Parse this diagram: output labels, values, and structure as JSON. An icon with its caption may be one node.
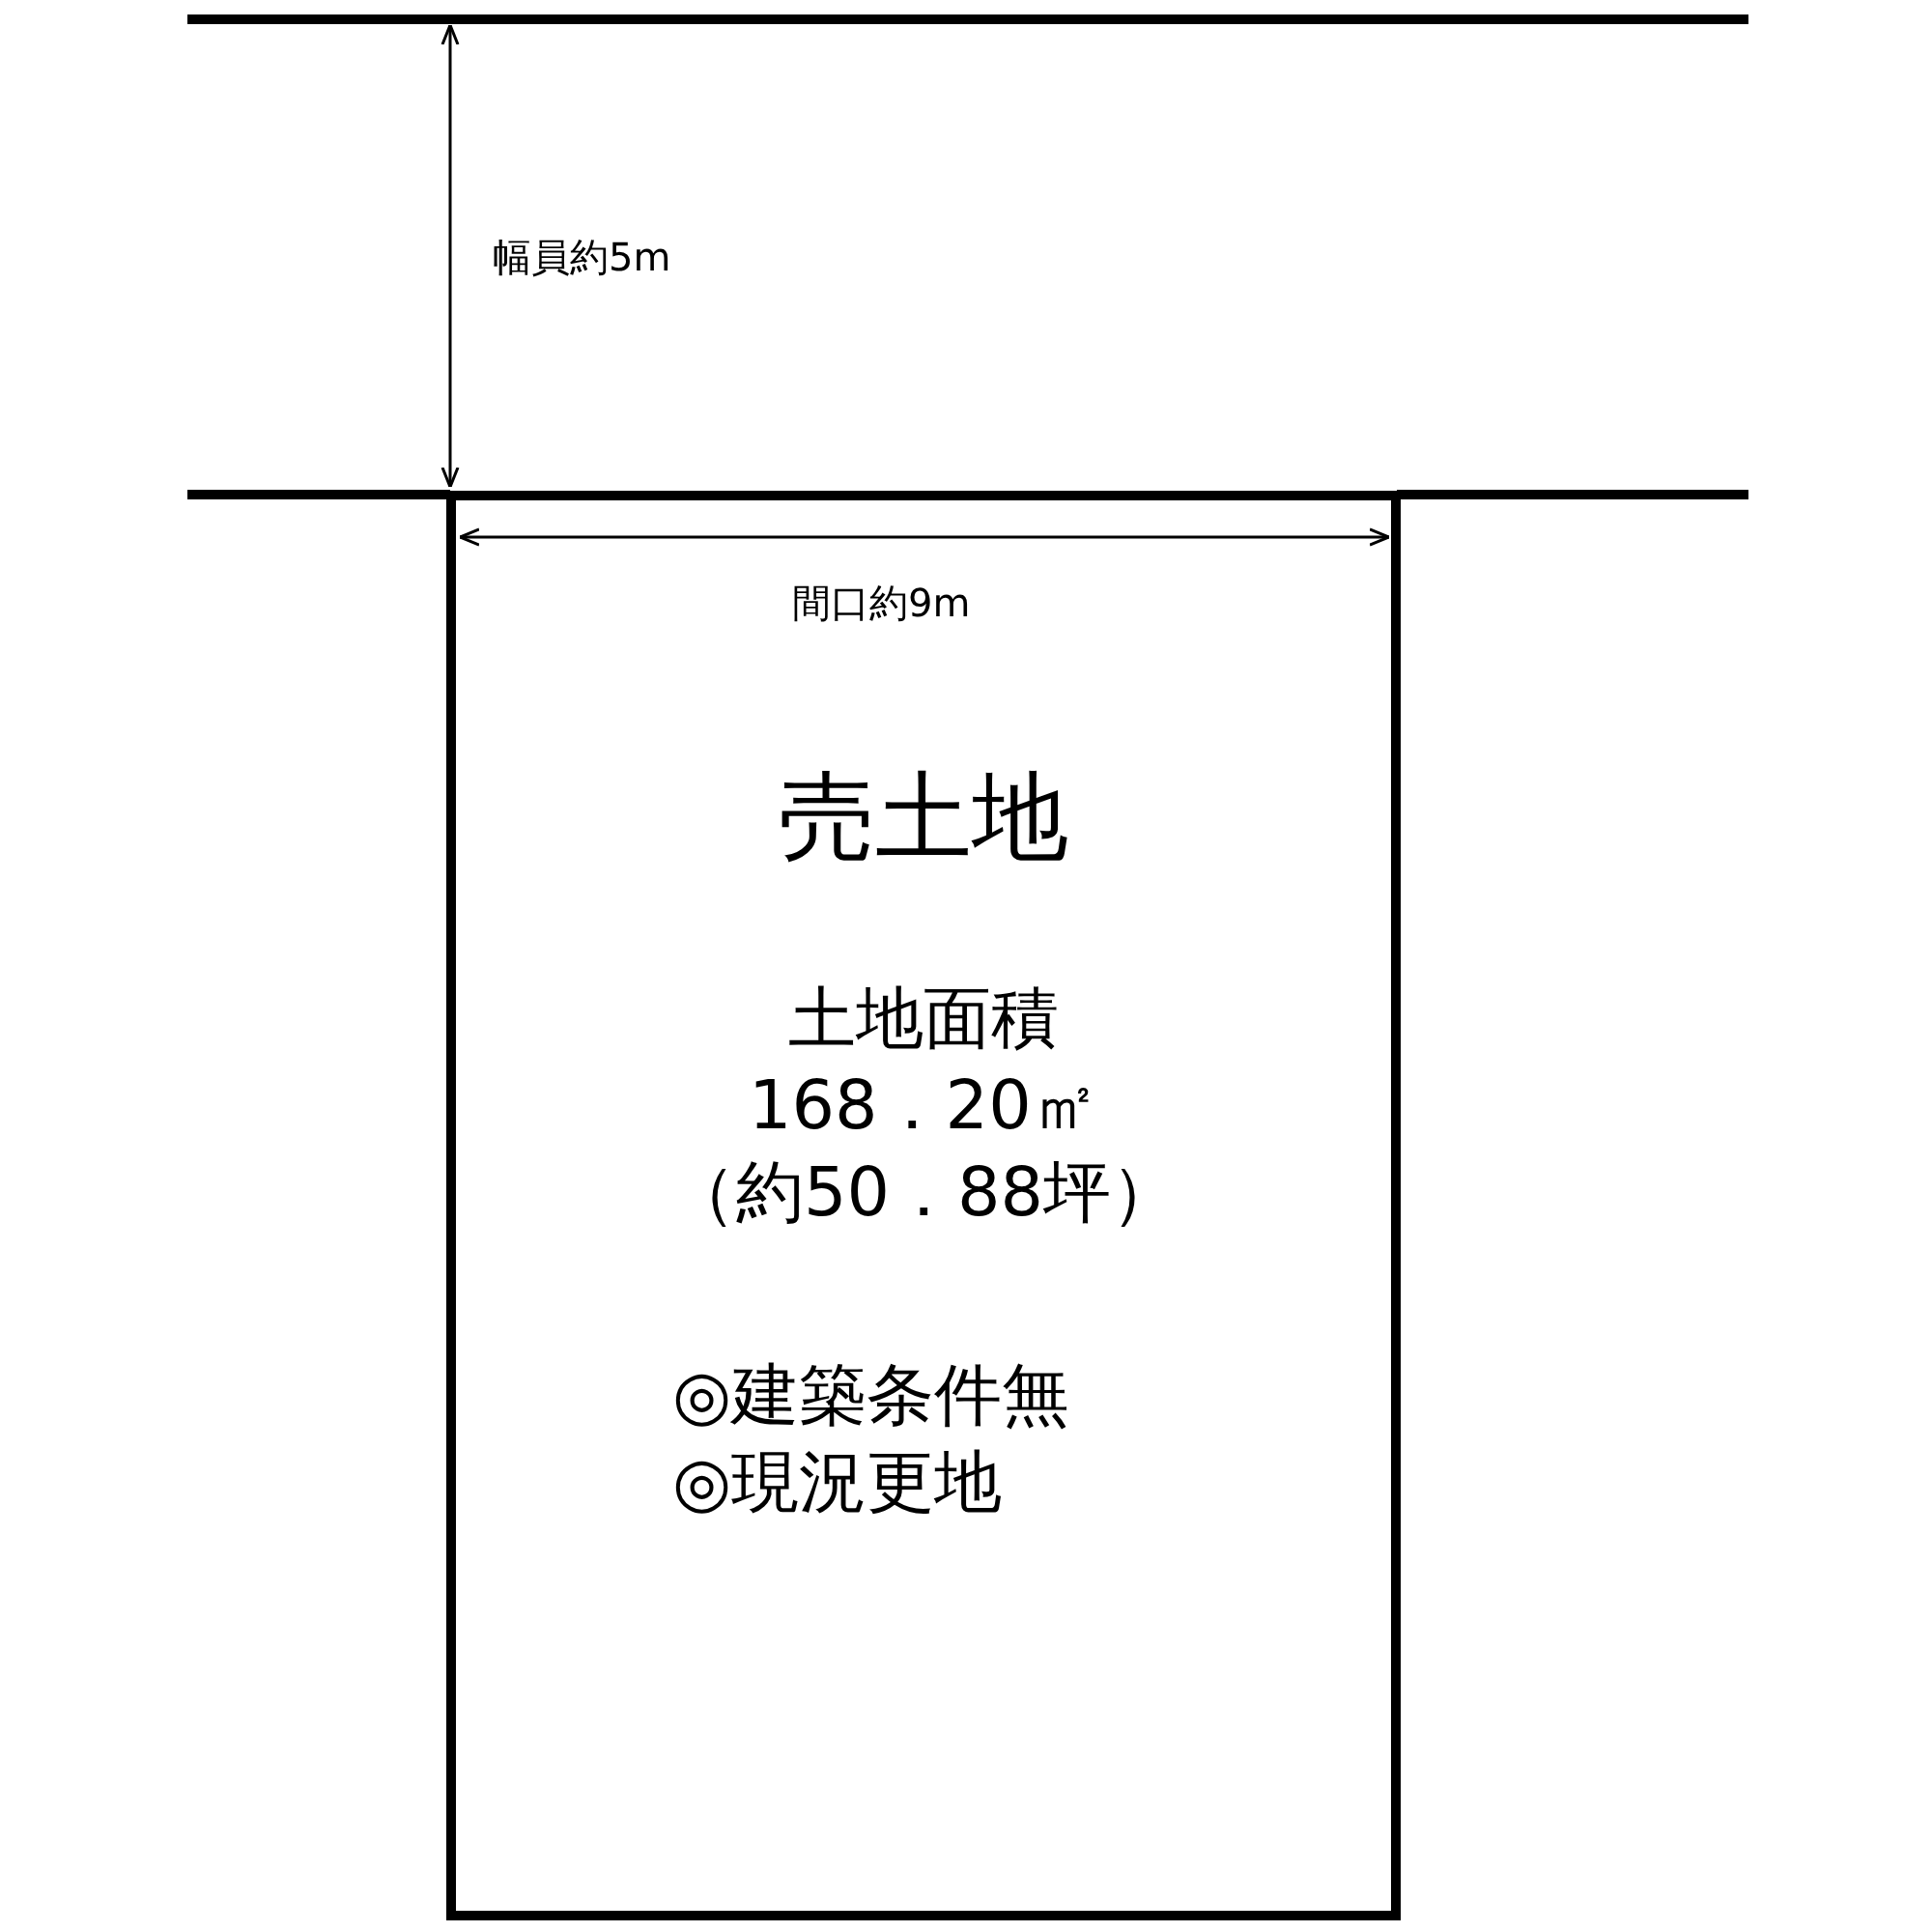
{
  "diagram": {
    "nodes": [
      {
        "text": [
          "売土地",
          "土地面積",
          "168．20㎡",
          "（約50．88坪）",
          "◎建築条件無",
          "◎現況更地"
        ]
      }
    ],
    "edges": [],
    "labels": [
      "幅員約5m",
      "間口約9m"
    ]
  }
}
